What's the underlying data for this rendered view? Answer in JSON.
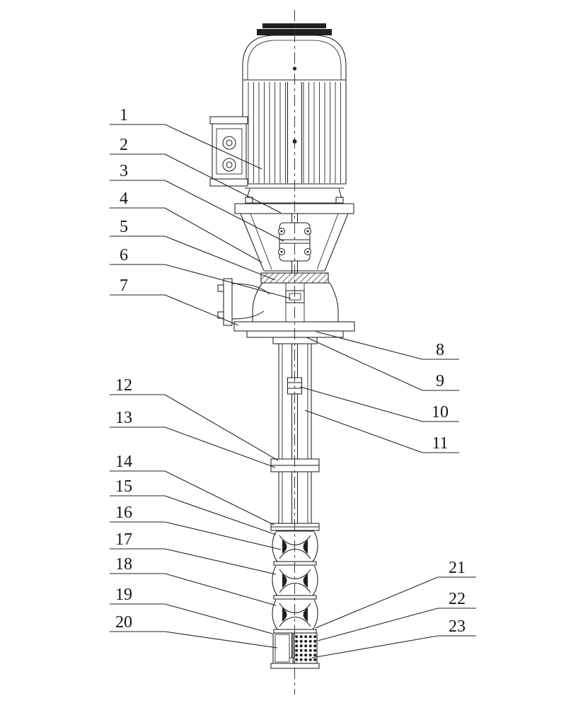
{
  "page": {
    "background": "#ffffff"
  },
  "drawing": {
    "line_color": "#1f1f1f",
    "centerline_color": "#3a3a3a",
    "subject": "vertical long-shaft pump assembly drawing"
  },
  "callouts": [
    {
      "label": "1"
    },
    {
      "label": "2"
    },
    {
      "label": "3"
    },
    {
      "label": "4"
    },
    {
      "label": "5"
    },
    {
      "label": "6"
    },
    {
      "label": "7"
    },
    {
      "label": "8"
    },
    {
      "label": "9"
    },
    {
      "label": "10"
    },
    {
      "label": "11"
    },
    {
      "label": "12"
    },
    {
      "label": "13"
    },
    {
      "label": "14"
    },
    {
      "label": "15"
    },
    {
      "label": "16"
    },
    {
      "label": "17"
    },
    {
      "label": "18"
    },
    {
      "label": "19"
    },
    {
      "label": "20"
    },
    {
      "label": "21"
    },
    {
      "label": "22"
    },
    {
      "label": "23"
    }
  ]
}
